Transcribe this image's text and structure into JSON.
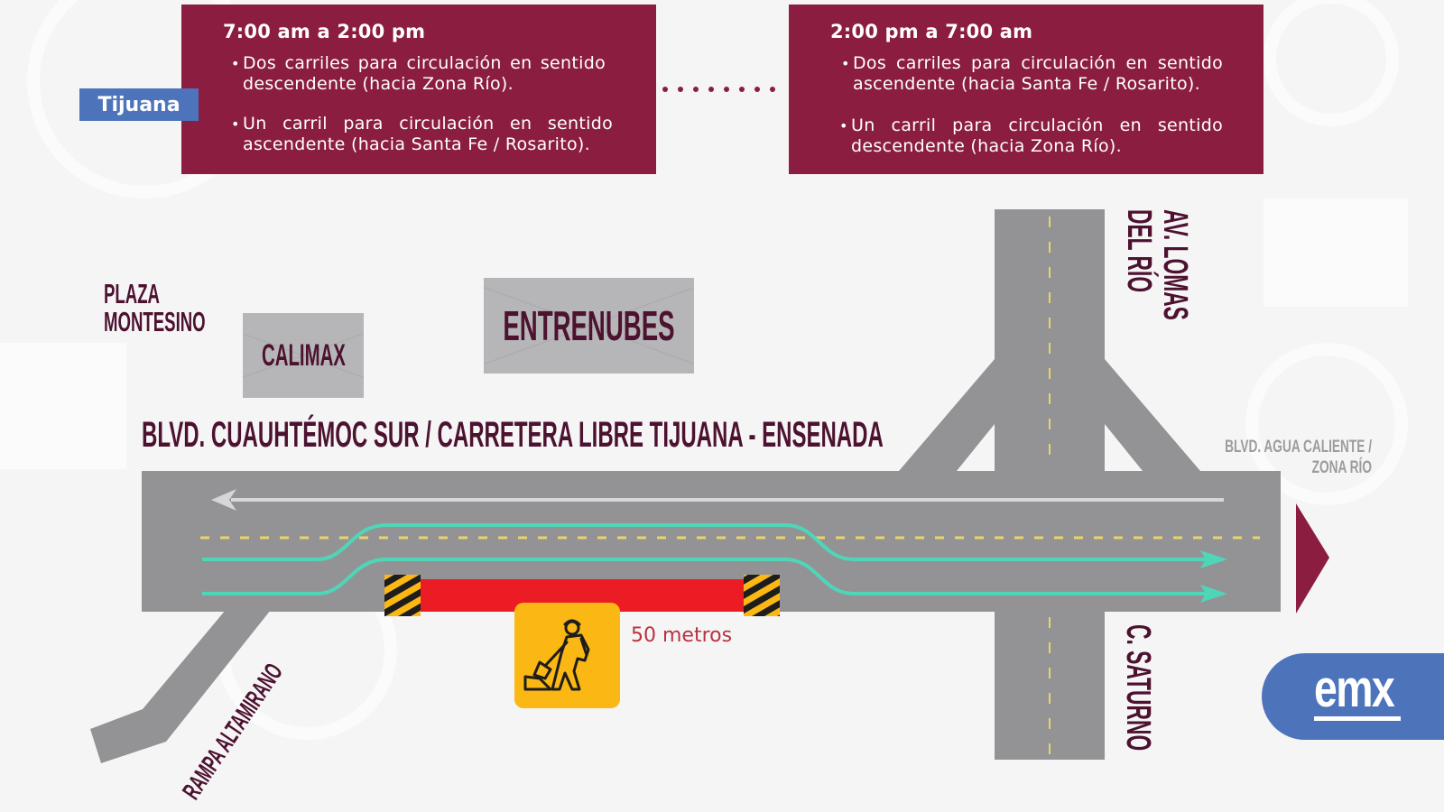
{
  "city_tag": "Tijuana",
  "schedules": [
    {
      "time": "7:00 am a 2:00 pm",
      "bullets": [
        "Dos carriles para circulación en sentido descendente (hacia Zona Río).",
        "Un carril para circulación en sentido ascendente (hacia Santa Fe / Rosarito)."
      ]
    },
    {
      "time": "2:00 pm a 7:00 am",
      "bullets": [
        "Dos carriles para circulación en sentido ascendente (hacia Santa Fe / Rosarito).",
        "Un carril para circulación en sentido descendente (hacia Zona Río)."
      ]
    }
  ],
  "landmarks": {
    "plaza": "PLAZA\nMONTESINO",
    "plaza_line1": "PLAZA",
    "plaza_line2": "MONTESINO",
    "calimax": "CALIMAX",
    "entrenubes": "ENTRENUBES"
  },
  "streets": {
    "main_boulevard": "BLVD. CUAUHTÉMOC SUR / CARRETERA LIBRE TIJUANA - ENSENADA",
    "lomas_line1": "AV. LOMAS",
    "lomas_line2": "DEL RÍO",
    "saturno": "C. SATURNO",
    "rampa": "RAMPA ALTAMIRANO",
    "destination_line1": "BLVD. AGUA CALIENTE /",
    "destination_line2": "ZONA RÍO"
  },
  "work_zone": {
    "length_label": "50 metros",
    "icon": "construction-worker-icon"
  },
  "logo": {
    "text": "emx"
  },
  "colors": {
    "maroon": "#8b1d41",
    "road": "#939396",
    "lane_teal": "#4fd6b8",
    "closure_red": "#ec1c24",
    "sign_yellow": "#fbb714",
    "brand_blue": "#4d74bb",
    "label_dark": "#4c1230"
  }
}
